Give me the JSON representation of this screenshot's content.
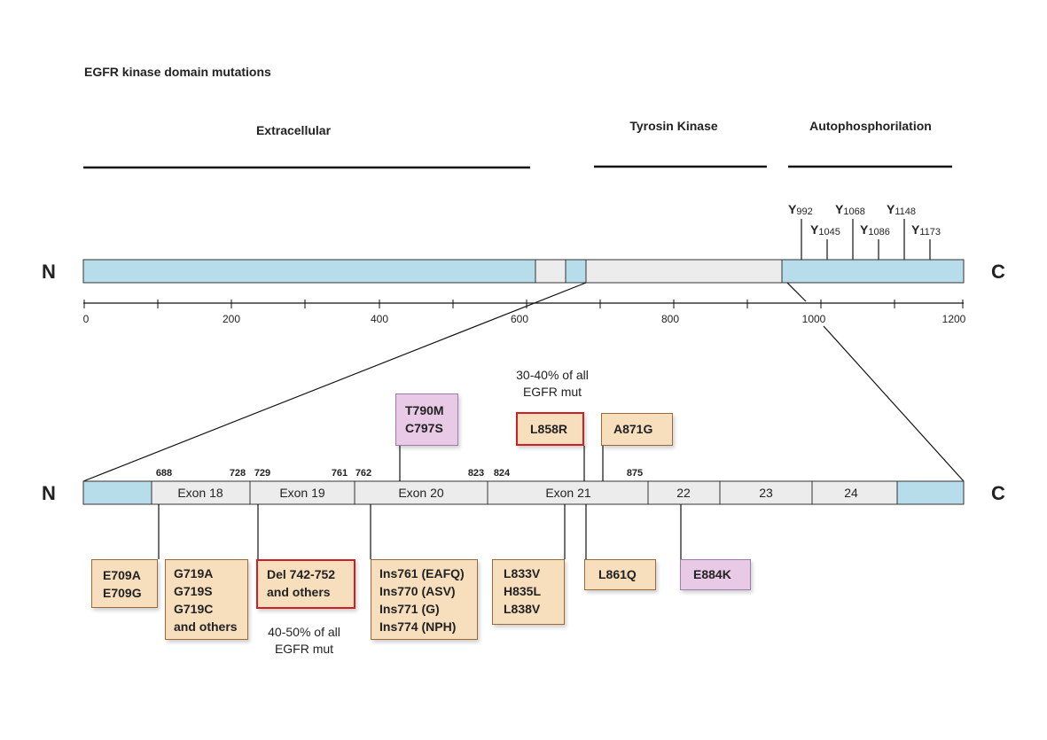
{
  "title": "EGFR kinase domain mutations",
  "top": {
    "n_label": "N",
    "c_label": "C",
    "domains": [
      {
        "name": "Extracellular"
      },
      {
        "name": "Tyrosin Kinase"
      },
      {
        "name": "Autophosphorilation"
      }
    ],
    "axis_ticks": [
      "0",
      "200",
      "400",
      "600",
      "800",
      "1000",
      "1200"
    ],
    "phospho_sites": [
      {
        "letter": "Y",
        "num": "992"
      },
      {
        "letter": "Y",
        "num": "1045"
      },
      {
        "letter": "Y",
        "num": "1068"
      },
      {
        "letter": "Y",
        "num": "1086"
      },
      {
        "letter": "Y",
        "num": "1148"
      },
      {
        "letter": "Y",
        "num": "1173"
      }
    ]
  },
  "bottom": {
    "n_label": "N",
    "c_label": "C",
    "exons": [
      "Exon 18",
      "Exon 19",
      "Exon 20",
      "Exon 21",
      "22",
      "23",
      "24"
    ],
    "boundaries": [
      "688",
      "728",
      "729",
      "761",
      "762",
      "823",
      "824",
      "875"
    ]
  },
  "mutations": {
    "t790m": [
      "T790M",
      "C797S"
    ],
    "l858r": [
      "L858R"
    ],
    "a871g": [
      "A871G"
    ],
    "e709": [
      "E709A",
      "E709G"
    ],
    "g719": [
      "G719A",
      "G719S",
      "G719C",
      "and others"
    ],
    "del742": [
      "Del 742-752",
      "and others"
    ],
    "ins": [
      "Ins761 (EAFQ)",
      "Ins770 (ASV)",
      "Ins771 (G)",
      "Ins774 (NPH)"
    ],
    "l833": [
      "L833V",
      "H835L",
      "L838V"
    ],
    "l861q": [
      "L861Q"
    ],
    "e884k": [
      "E884K"
    ]
  },
  "notes": {
    "l858r_note": [
      "30-40% of all",
      "EGFR mut"
    ],
    "del_note": [
      "40-50% of all",
      "EGFR mut"
    ]
  },
  "colors": {
    "blue_segment": "#b7dcea",
    "gray_segment": "#ececec",
    "mutation_box": "#f7dfbe",
    "pink_box": "#e8c9e6",
    "highlight_border": "#cc2025"
  }
}
